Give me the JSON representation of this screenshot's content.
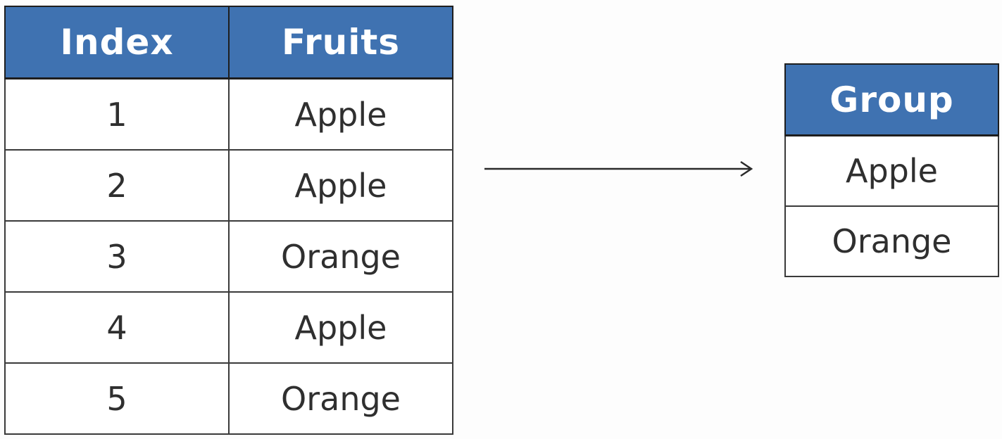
{
  "source_table": {
    "headers": [
      "Index",
      "Fruits"
    ],
    "rows": [
      [
        "1",
        "Apple"
      ],
      [
        "2",
        "Apple"
      ],
      [
        "3",
        "Orange"
      ],
      [
        "4",
        "Apple"
      ],
      [
        "5",
        "Orange"
      ]
    ]
  },
  "group_table": {
    "header": "Group",
    "rows": [
      "Apple",
      "Orange"
    ]
  },
  "colors": {
    "header_bg": "#3f72b1",
    "header_text": "#ffffff",
    "cell_text": "#2f2f2f",
    "border": "#1e1e1e"
  },
  "icons": [
    "right-arrow-icon"
  ]
}
